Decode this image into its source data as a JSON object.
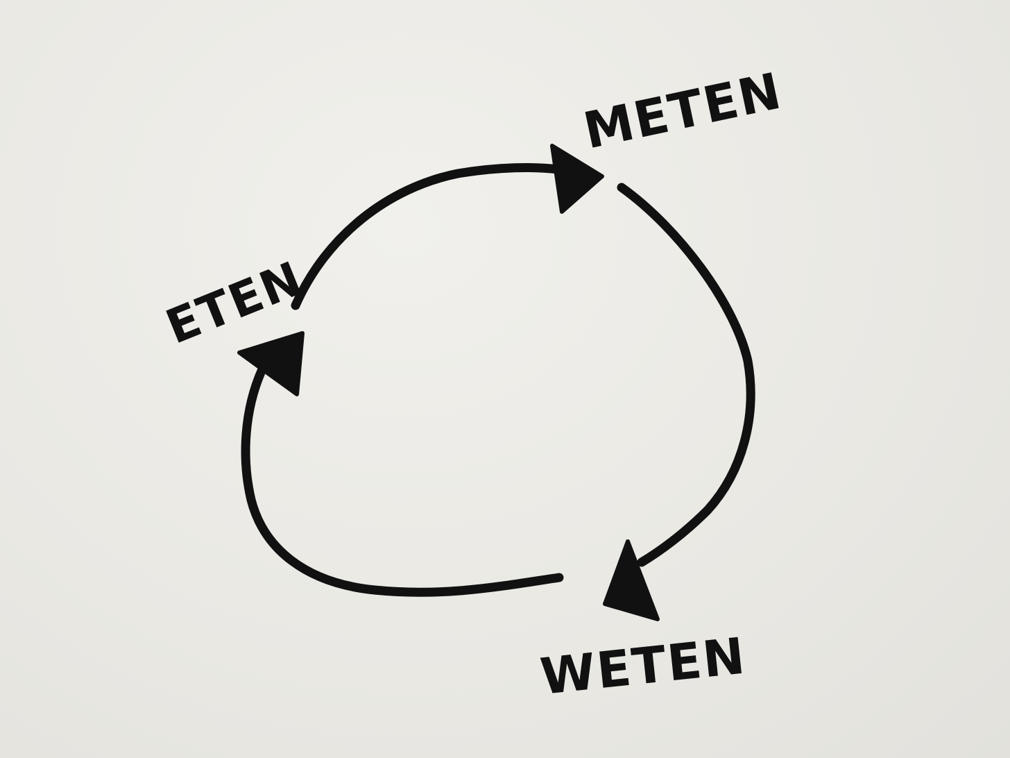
{
  "diagram": {
    "nodes": [
      {
        "id": "eten",
        "label": "ETEN"
      },
      {
        "id": "meten",
        "label": "METEN"
      },
      {
        "id": "weten",
        "label": "WETEN"
      }
    ],
    "edges": [
      {
        "from": "eten",
        "to": "meten"
      },
      {
        "from": "meten",
        "to": "weten"
      },
      {
        "from": "weten",
        "to": "eten"
      }
    ],
    "colors": {
      "ink": "#111111",
      "paper": "#ecebe7"
    }
  }
}
